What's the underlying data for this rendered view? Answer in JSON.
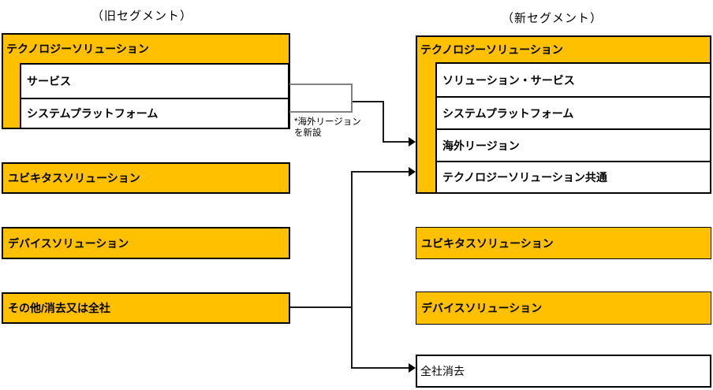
{
  "titles": {
    "old": "（旧セグメント）",
    "new": "（新セグメント）"
  },
  "old_segment": {
    "tech_header": "テクノロジーソリューション",
    "tech_rows": [
      "サービス",
      "システムプラットフォーム"
    ],
    "standalone_boxes": [
      "ユビキタスソリューション",
      "デバイスソリューション",
      "その他/消去又は全社"
    ]
  },
  "new_segment": {
    "tech_header": "テクノロジーソリューション",
    "tech_rows": [
      "ソリューション・サービス",
      "システムプラットフォーム",
      "海外リージョン",
      "テクノロジーソリューション共通"
    ],
    "standalone_boxes": [
      "ユビキタスソリューション",
      "デバイスソリューション"
    ],
    "elimination_box": "全社消去"
  },
  "annotation": {
    "line1": "*海外リージョン",
    "line2": "を新設"
  },
  "colors": {
    "segment_fill": "#FFC000",
    "border": "#000000",
    "bracket_line": "#808080",
    "arrow_line": "#1A1A1A"
  }
}
